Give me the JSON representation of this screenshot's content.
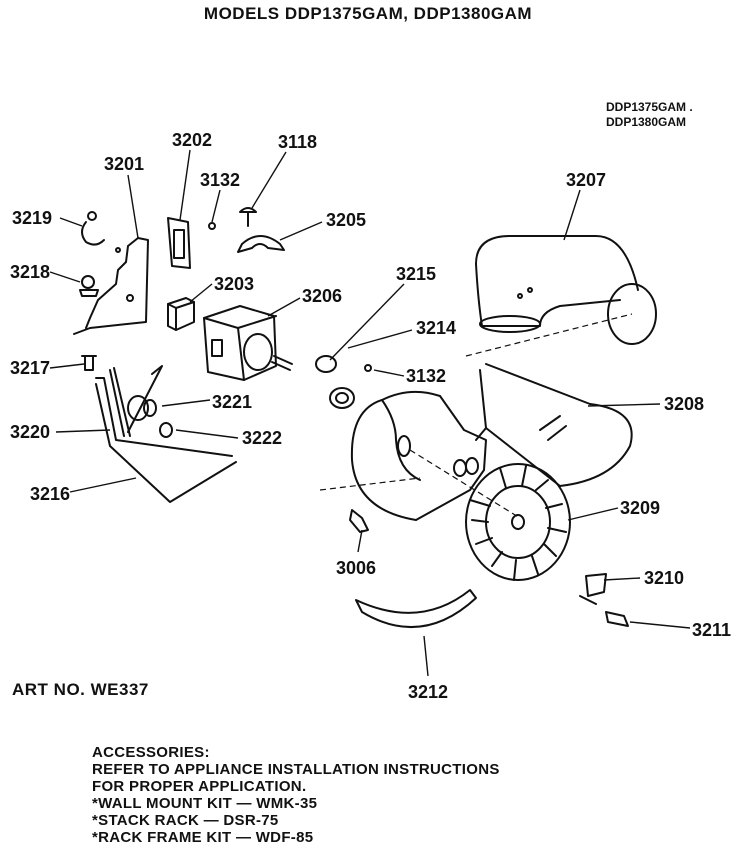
{
  "title": "MODELS DDP1375GAM, DDP1380GAM",
  "models_note": [
    "DDP1375GAM .",
    "DDP1380GAM"
  ],
  "art_no": "ART NO. WE337",
  "accessories": {
    "heading": "ACCESSORIES:",
    "lines": [
      "REFER TO APPLIANCE INSTALLATION INSTRUCTIONS",
      "FOR PROPER APPLICATION.",
      "*WALL MOUNT KIT — WMK-35",
      "*STACK RACK — DSR-75",
      "*RACK FRAME KIT — WDF-85"
    ]
  },
  "part_labels": {
    "p3201": "3201",
    "p3202": "3202",
    "p3132a": "3132",
    "p3118": "3118",
    "p3219": "3219",
    "p3205": "3205",
    "p3218": "3218",
    "p3203": "3203",
    "p3206": "3206",
    "p3217": "3217",
    "p3221": "3221",
    "p3220": "3220",
    "p3222": "3222",
    "p3216": "3216",
    "p3207": "3207",
    "p3215": "3215",
    "p3214": "3214",
    "p3132b": "3132",
    "p3208": "3208",
    "p3209": "3209",
    "p3006": "3006",
    "p3210": "3210",
    "p3211": "3211",
    "p3212": "3212"
  }
}
